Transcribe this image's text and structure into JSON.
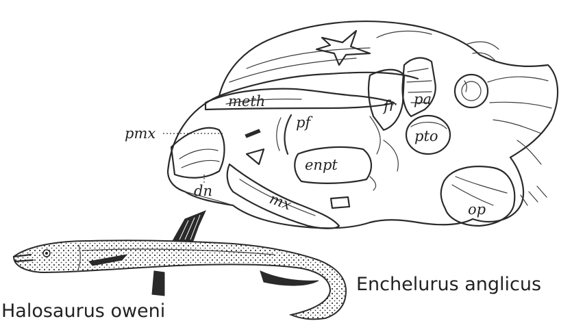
{
  "skull_labels": {
    "meth": "meth",
    "fr": "fr",
    "pa": "pa",
    "pf": "pf",
    "pto": "pto",
    "pmx": "pmx",
    "enpt": "enpt",
    "dn": "dn",
    "mx": "mx",
    "op": "op"
  },
  "captions": {
    "skull": "Enchelurus anglicus",
    "fish": "Halosaurus oweni"
  }
}
